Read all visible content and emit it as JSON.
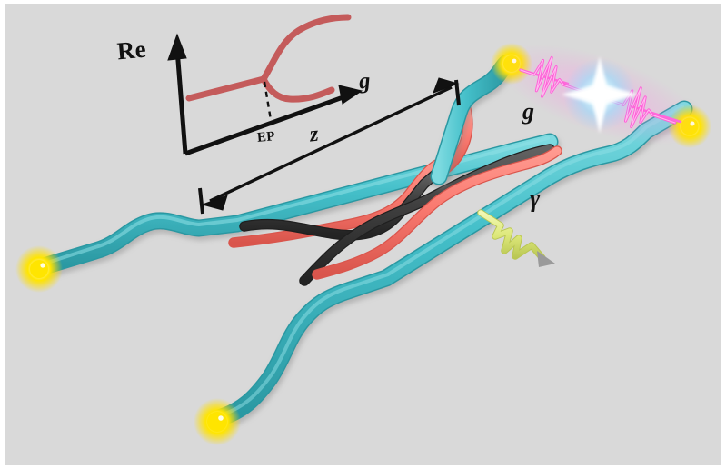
{
  "figure": {
    "background_color": "#d9d9d9",
    "page_color": "#ffffff",
    "description": "Schematic of coupled optical waveguides operating near an exceptional point"
  },
  "palette": {
    "waveguide_cyan": "#3fbcc6",
    "waveguide_cyan_light": "#6fd4da",
    "waveguide_cyan_dark": "#2a9aa4",
    "coupler_red": "#fa7a70",
    "coupler_red_dark": "#d9554c",
    "coupler_dark": "#3a3a3a",
    "coupler_dark_light": "#5a5a5a",
    "glow_yellow": "#ffe500",
    "glow_yellow_core": "#fff9a0",
    "pulse_pink": "#ff5fd8",
    "burst_white": "#eaffff",
    "burst_blue": "#7fe4ff",
    "loss_green": "#dde87a",
    "curve_red": "#c45b5b",
    "axis_black": "#111111"
  },
  "inset_plot": {
    "name": "eigenvalue-bifurcation-inset",
    "y_axis_label": "Re",
    "x_axis_label": "g",
    "marker_label": "EP",
    "curve_color": "#c45b5b",
    "description": "Real part of eigenvalues versus coupling g, bifurcating at the exceptional point"
  },
  "chart_data": {
    "type": "line",
    "title": "",
    "xlabel": "g",
    "ylabel": "Re",
    "annotations": [
      "EP"
    ],
    "series": [
      {
        "name": "degenerate-branch",
        "x": [
          0.05,
          0.52
        ],
        "y": [
          0.5,
          0.5
        ]
      },
      {
        "name": "upper-branch",
        "x": [
          0.52,
          0.62,
          0.78,
          0.95
        ],
        "y": [
          0.5,
          0.72,
          0.92,
          1.0
        ]
      },
      {
        "name": "lower-branch",
        "x": [
          0.52,
          0.6,
          0.75,
          0.95
        ],
        "y": [
          0.5,
          0.34,
          0.27,
          0.27
        ]
      }
    ],
    "ep_marker": {
      "x": 0.52,
      "y": 0.5,
      "label": "EP"
    },
    "grid": false,
    "legend": false
  },
  "labels": {
    "re": "Re",
    "g_axis": "g",
    "ep": "EP",
    "z": "z",
    "g_coupling": "g",
    "gamma": "γ"
  },
  "annotations": {
    "z_arrow": {
      "name": "propagation-length-arrow",
      "label": "z",
      "style": "double-ended dimension arrow with end ticks"
    },
    "coupling": {
      "name": "coupling-indicator",
      "label": "g",
      "style": "two pink pulses colliding in a bright burst between two glowing ports"
    },
    "loss": {
      "name": "loss-indicator",
      "label": "γ",
      "style": "yellow-green zigzag arrow radiating away from the waveguide"
    }
  },
  "waveguides": [
    {
      "name": "waveguide-upper",
      "color": "#3fbcc6",
      "left_port": "glow-port-left",
      "right_port": "glow-port-top-right"
    },
    {
      "name": "waveguide-lower",
      "color": "#3fbcc6",
      "left_port": "glow-port-bottom",
      "right_port": "glow-port-right"
    }
  ],
  "ports": [
    {
      "name": "glow-port-left",
      "color": "#ffe500"
    },
    {
      "name": "glow-port-bottom",
      "color": "#ffe500"
    },
    {
      "name": "glow-port-top-right",
      "color": "#ffe500"
    },
    {
      "name": "glow-port-right",
      "color": "#ffe500"
    }
  ],
  "couplers": [
    {
      "name": "coupler-red-upper",
      "color": "#fa7a70"
    },
    {
      "name": "coupler-red-lower",
      "color": "#fa7a70"
    },
    {
      "name": "coupler-dark-upper",
      "color": "#3a3a3a"
    },
    {
      "name": "coupler-dark-lower",
      "color": "#3a3a3a"
    }
  ]
}
